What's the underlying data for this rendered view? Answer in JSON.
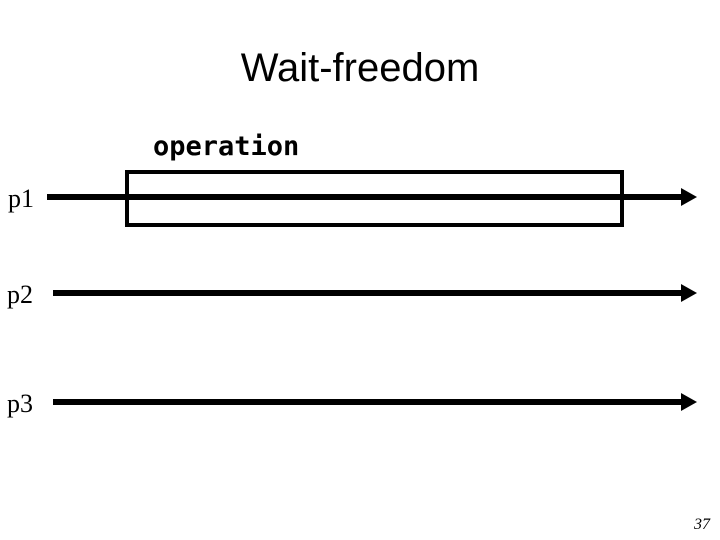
{
  "slide": {
    "title": "Wait-freedom",
    "page_number": "37",
    "colors": {
      "background": "#FFFFFF",
      "ink": "#000000"
    },
    "diagram": {
      "operation_label": "operation",
      "rows": [
        {
          "label": "p1",
          "has_operation_box": true
        },
        {
          "label": "p2",
          "has_operation_box": false
        },
        {
          "label": "p3",
          "has_operation_box": false
        }
      ]
    }
  }
}
